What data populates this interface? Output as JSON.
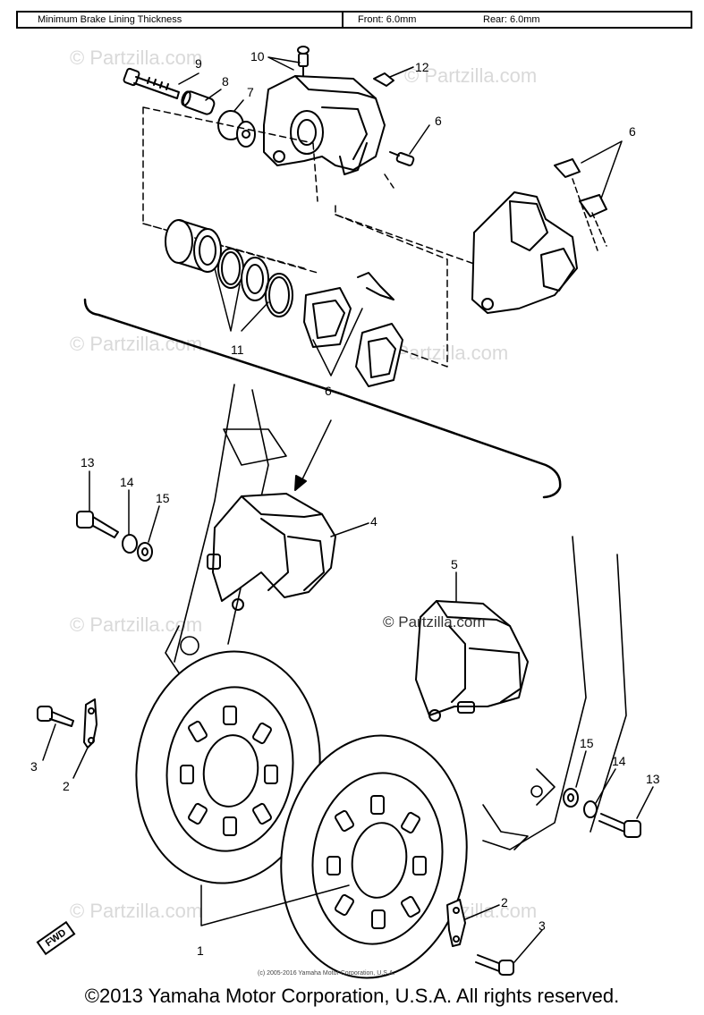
{
  "spec": {
    "label": "Minimum Brake Lining Thickness",
    "front": "Front: 6.0mm",
    "rear": "Rear: 6.0mm"
  },
  "callouts": {
    "n1": "1",
    "n2": "2",
    "n3": "3",
    "n4": "4",
    "n5": "5",
    "n6": "6",
    "n7": "7",
    "n8": "8",
    "n9": "9",
    "n10": "10",
    "n11": "11",
    "n12": "12",
    "n13": "13",
    "n14": "14",
    "n15": "15"
  },
  "watermark": {
    "text": "© Partzilla.com",
    "main": "© Partzilla.com"
  },
  "fwd_label": "FWD",
  "small_copyright": "(c) 2005-2016 Yamaha Motor Corporation, U.S.A.",
  "copyright": "©2013 Yamaha Motor Corporation, U.S.A. All rights reserved."
}
